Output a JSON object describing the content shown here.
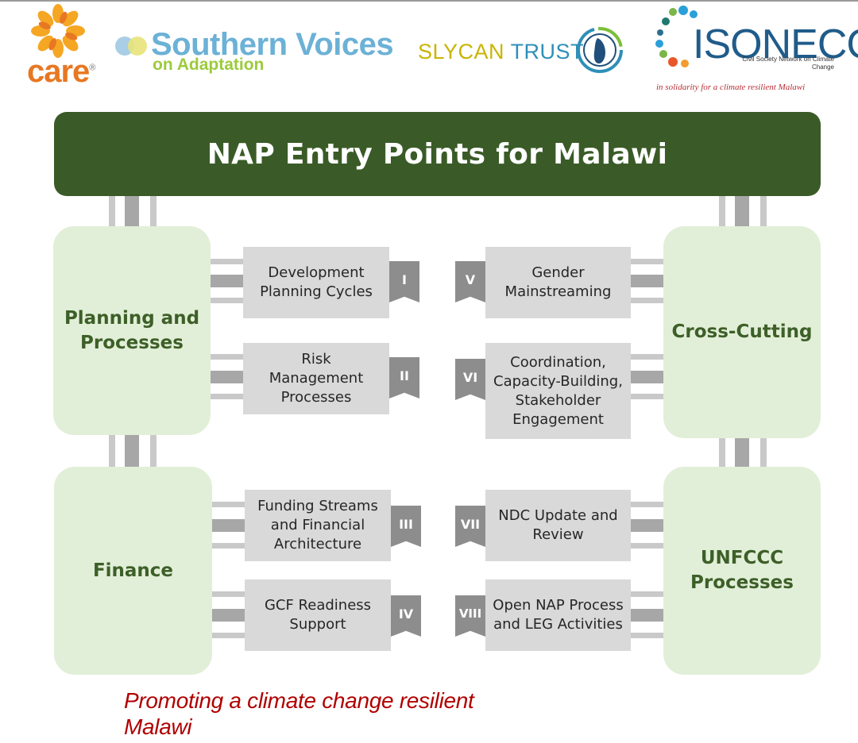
{
  "logos": {
    "care": {
      "word": "care",
      "mark": "®"
    },
    "southern_voices": {
      "title": "Southern Voices",
      "subtitle": "on Adaptation"
    },
    "slycan": {
      "part1": "SLYCAN",
      "part2": "TRUST"
    },
    "isonecc": {
      "word": "ISONECC",
      "network": "Civil Society Network on Climate Change",
      "tagline": "in solidarity for a climate resilient Malawi"
    }
  },
  "colors": {
    "banner": "#3a5b27",
    "category_bg": "#e2efd8",
    "category_text": "#3d5f28",
    "box_bg": "#d9d9d9",
    "tag_bg": "#8d8d8d",
    "slogan": "#b00000"
  },
  "diagram": {
    "title": "NAP Entry Points for Malawi",
    "categories": {
      "planning": "Planning and Processes",
      "finance": "Finance",
      "cross_cutting": "Cross-Cutting",
      "unfccc": "UNFCCC Processes"
    },
    "entries": [
      {
        "numeral": "I",
        "label": "Development Planning Cycles"
      },
      {
        "numeral": "II",
        "label": "Risk Management Processes"
      },
      {
        "numeral": "III",
        "label": "Funding Streams and Financial Architecture"
      },
      {
        "numeral": "IV",
        "label": "GCF Readiness Support"
      },
      {
        "numeral": "V",
        "label": "Gender Mainstreaming"
      },
      {
        "numeral": "VI",
        "label": "Coordination, Capacity-Building, Stakeholder Engagement"
      },
      {
        "numeral": "VII",
        "label": "NDC Update and Review"
      },
      {
        "numeral": "VIII",
        "label": "Open NAP Process and LEG Activities"
      }
    ]
  },
  "slogan": "Promoting a climate change resilient Malawi"
}
